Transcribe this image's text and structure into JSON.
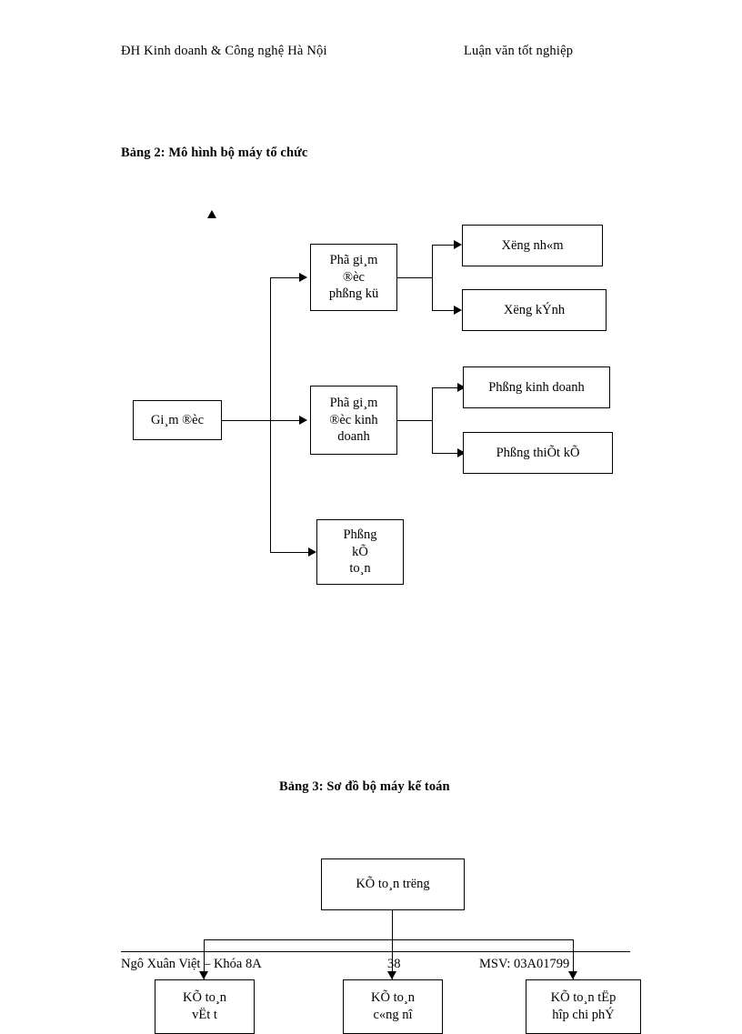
{
  "header": {
    "left": "ĐH Kinh doanh & Công nghệ Hà Nội",
    "right": "Luận văn tốt nghiệp"
  },
  "figure2": {
    "caption": "Bảng 2: Mô hình bộ máy tổ chức",
    "root": {
      "label": "Gi¸m ®èc"
    },
    "level2": [
      {
        "lines": [
          "Phã gi¸m",
          "®èc",
          "phßng kü"
        ]
      },
      {
        "lines": [
          "Phã gi¸m",
          "®èc kinh",
          "doanh"
        ]
      },
      {
        "lines": [
          "Phßng",
          "kÕ",
          "to¸n"
        ]
      }
    ],
    "level3": [
      {
        "label": "Xëng  nh«m"
      },
      {
        "label": "Xëng  kÝnh"
      },
      {
        "label": "Phßng kinh  doanh"
      },
      {
        "label": "Phßng thiÕt kÕ"
      }
    ]
  },
  "figure3": {
    "caption": "Bảng 3: Sơ đồ bộ máy kế toán",
    "root": {
      "label": "KÕ to¸n trëng"
    },
    "children": [
      {
        "lines": [
          "KÕ to¸n",
          "vËt t"
        ]
      },
      {
        "lines": [
          "KÕ to¸n",
          "c«ng nî"
        ]
      },
      {
        "lines": [
          "KÕ to¸n tËp",
          "hîp chi phÝ"
        ]
      }
    ]
  },
  "footer": {
    "left": "Ngô Xuân Việt – Khóa 8A",
    "page": "38",
    "right": "MSV: 03A01799"
  }
}
